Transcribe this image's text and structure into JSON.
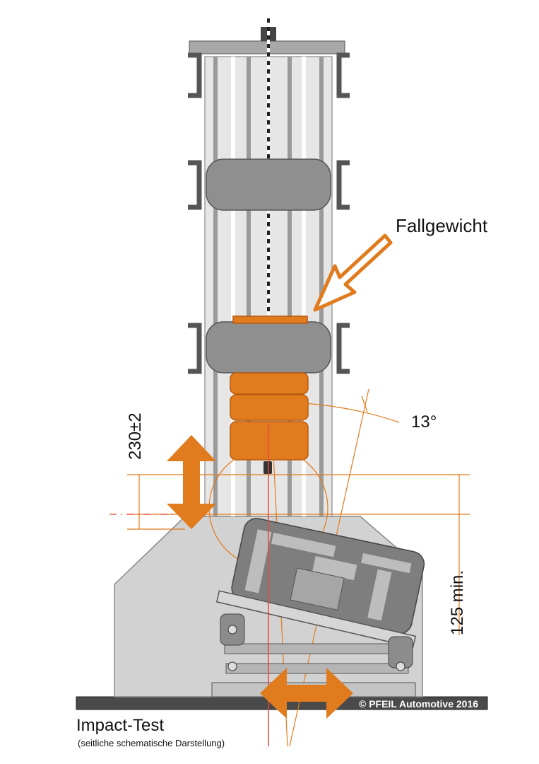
{
  "diagram": {
    "labels": {
      "drop_weight": "Fallgewicht",
      "angle": "13°",
      "drop_height": "230±2",
      "min_distance": "125 min.",
      "title": "Impact-Test",
      "subtitle": "(seitliche schematische Darstellung)",
      "copyright": "© PFEIL Automotive 2016"
    },
    "colors": {
      "accent": "#e07b1e",
      "frame_gray": "#c8c8c8",
      "dark_gray": "#7a7a7a",
      "guide_red": "#e8483a"
    }
  }
}
